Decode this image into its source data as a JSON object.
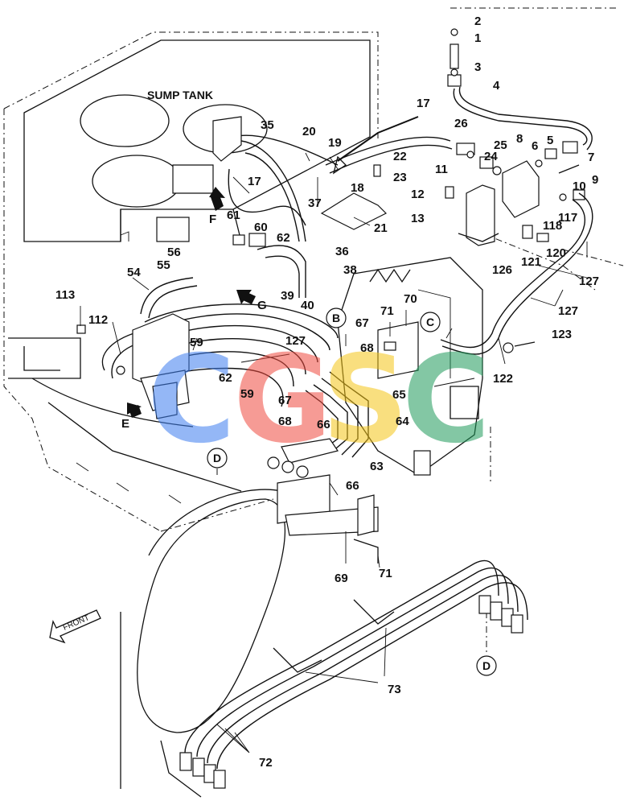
{
  "title": "SUMP TANK",
  "front_label": "FRONT",
  "watermark": {
    "letters": [
      "C",
      "G",
      "S",
      "C"
    ],
    "colors": [
      "#3d7ef0",
      "#ef4b3f",
      "#f5c518",
      "#1f9a5a"
    ]
  },
  "view_markers": [
    "B",
    "C",
    "D",
    "D"
  ],
  "arrow_labels": [
    "E",
    "F",
    "G"
  ],
  "part_labels": [
    "1",
    "2",
    "3",
    "4",
    "5",
    "6",
    "7",
    "8",
    "9",
    "10",
    "11",
    "12",
    "13",
    "17",
    "17",
    "18",
    "19",
    "20",
    "21",
    "22",
    "23",
    "24",
    "25",
    "26",
    "35",
    "36",
    "37",
    "38",
    "39",
    "40",
    "54",
    "55",
    "56",
    "59",
    "59",
    "60",
    "61",
    "62",
    "62",
    "63",
    "64",
    "65",
    "66",
    "66",
    "67",
    "67",
    "68",
    "68",
    "69",
    "70",
    "71",
    "71",
    "72",
    "73",
    "112",
    "113",
    "117",
    "118",
    "120",
    "121",
    "122",
    "123",
    "126",
    "127",
    "127",
    "127"
  ]
}
